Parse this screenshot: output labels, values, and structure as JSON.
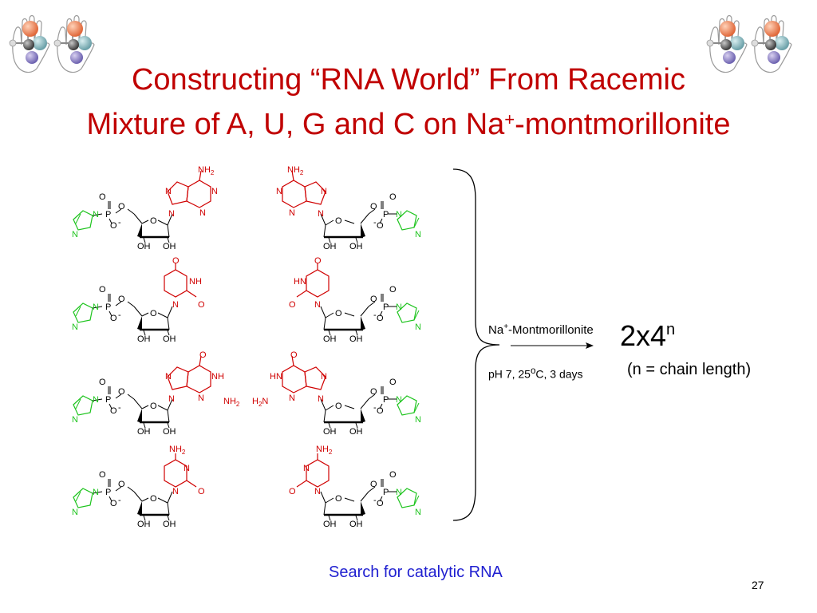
{
  "slide": {
    "title_line1": "Constructing “RNA World” From Racemic",
    "title_line2_pre": "Mixture of A, U, G and C on Na",
    "title_line2_sup": "+",
    "title_line2_post": "-montmorillonite",
    "caption": "Search for catalytic RNA",
    "page_number": "27"
  },
  "reaction": {
    "reagent_pre": "Na",
    "reagent_sup": "+",
    "reagent_post": "-Montmorillonite",
    "conditions_pre": "pH 7, 25",
    "conditions_sup": "o",
    "conditions_post": "C, 3 days",
    "product_base": "2x4",
    "product_sup": "n",
    "product_note": "(n = chain length)"
  },
  "labels": {
    "nh2": "NH",
    "nh2_sub": "2",
    "h2n": "H",
    "h2n_sub": "2",
    "h2n_n": "N",
    "n": "N",
    "o": "O",
    "p": "P",
    "nh": "NH",
    "hn": "HN",
    "oh": "OH",
    "minus": "-"
  },
  "colors": {
    "title": "#c00000",
    "nucleobase": "#d00000",
    "imidazole": "#1dc41d",
    "caption": "#1f1fd0",
    "text": "#000000"
  }
}
